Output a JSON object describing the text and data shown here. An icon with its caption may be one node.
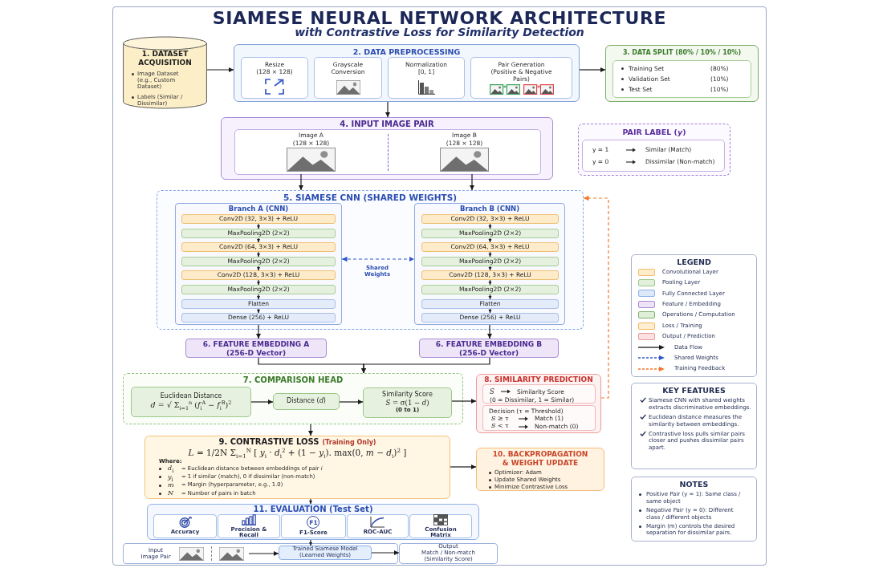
{
  "diagram": {
    "title": "SIAMESE NEURAL NETWORK ARCHITECTURE",
    "nodes": [
      {
        "text": [
          "1. DATASET ACQUISITION",
          "Image Dataset (e.g., Custom Dataset)",
          "Labels (Similar / Dissimilar)"
        ]
      },
      {
        "text": [
          "2. DATA PREPROCESSING"
        ]
      },
      {
        "text": [
          "Resize",
          "(128 × 128)"
        ],
        "in": 1
      },
      {
        "text": [
          "Grayscale Conversion"
        ],
        "in": 1
      },
      {
        "text": [
          "Normalization",
          "[0, 1]"
        ],
        "in": 1
      },
      {
        "text": [
          "Pair Generation (Positive & Negative Pairs)"
        ],
        "in": 1
      },
      {
        "text": [
          "3. DATA SPLIT (80% / 10% / 10%)"
        ]
      },
      {
        "text": [
          "Training Set",
          "(80%)",
          "Validation Set",
          "(10%)",
          "Test Set",
          "(10%)"
        ],
        "in": 6
      },
      {
        "text": [
          "4.  INPUT IMAGE PAIR"
        ]
      },
      {
        "text": [],
        "shape": "box",
        "in": 8
      },
      {
        "text": [
          "Image A",
          "(128 × 128)"
        ],
        "in": 9
      },
      {
        "text": [
          "Image B",
          "(128 × 128)"
        ],
        "in": 9
      },
      {
        "text": [
          "PAIR LABEL (*y*)"
        ]
      },
      {
        "text": [
          "y = 1",
          "Similar (Match)",
          "y = 0",
          "Dissimilar (Non-match)"
        ],
        "in": 12
      },
      {
        "text": [
          "5. SIAMESE CNN (SHARED WEIGHTS)"
        ]
      },
      {
        "text": [
          "Branch A (CNN)"
        ],
        "in": 14
      },
      {
        "text": [
          "Conv2D (32, 3×3) + ReLU"
        ],
        "in": 15
      },
      {
        "text": [
          "MaxPooling2D (2×2)"
        ],
        "in": 15
      },
      {
        "text": [
          "Conv2D (64, 3×3) + ReLU"
        ],
        "in": 15
      },
      {
        "text": [
          "MaxPooling2D (2×2)"
        ],
        "in": 15
      },
      {
        "text": [
          "Conv2D (128, 3×3) + ReLU"
        ],
        "in": 15
      },
      {
        "text": [
          "MaxPooling2D (2×2)"
        ],
        "in": 15
      },
      {
        "text": [
          "Flatten"
        ],
        "in": 15
      },
      {
        "text": [
          "Dense (256) + ReLU"
        ],
        "in": 15
      },
      {
        "text": [
          "Branch B (CNN)"
        ],
        "in": 14
      },
      {
        "text": [
          "Conv2D (32, 3×3) + ReLU"
        ],
        "in": 24
      },
      {
        "text": [
          "MaxPooling2D (2×2)"
        ],
        "in": 24
      },
      {
        "text": [
          "Conv2D (64, 3×3) + ReLU"
        ],
        "in": 24
      },
      {
        "text": [
          "MaxPooling2D (2×2)"
        ],
        "in": 24
      },
      {
        "text": [
          "Conv2D (128, 3×3) + ReLU"
        ],
        "in": 24
      },
      {
        "text": [
          "MaxPooling2D (2×2)"
        ],
        "in": 24
      },
      {
        "text": [
          "Flatten"
        ],
        "in": 24
      },
      {
        "text": [
          "Dense (256) + ReLU"
        ],
        "in": 24
      },
      {
        "text": [
          "6. FEATURE EMBEDDING A",
          "(256-D Vector)"
        ]
      },
      {
        "text": [
          "6. FEATURE EMBEDDING B",
          "(256-D Vector)"
        ]
      },
      {
        "text": [
          "7. COMPARISON HEAD"
        ]
      },
      {
        "text": [
          "Euclidean Distance",
          "*d* = √ Σ$_{i=1}$$^{n}$ (*f*$_{i}$$^{A}$ − *f*$_{i}$$^{B}$)$^{2}$"
        ],
        "in": 35
      },
      {
        "text": [
          "Distance (*d*)"
        ],
        "in": 35
      },
      {
        "text": [
          "Similarity Score",
          "*S* = σ(1 − *d*)",
          "(0 to 1)"
        ],
        "in": 35
      },
      {
        "text": [
          "8. SIMILARITY PREDICTION"
        ]
      },
      {
        "text": [
          "*S*",
          "Similarity Score",
          "(0 = Dissimilar, 1 = Similar)"
        ],
        "in": 39
      },
      {
        "text": [
          "Decision (τ =  Threshold)",
          "*S* ≥ τ",
          "Match (1)",
          "*S* < τ",
          "Non-match (0)"
        ],
        "in": 39
      },
      {
        "text": [
          "9. CONTRASTIVE LOSS",
          "(Training Only)",
          "*L* = 1/2N Σ$_{i=1}$$^{N}$ [ *y*$_{i}$ · *d*$_{i}$$^{2}$ + (1 − *y*$_{i}$). max(0, *m* − *d*$_{i}$)$^{2}$ ]",
          "Where:",
          "*d*$_{i}$",
          "= Euclidean distance between embeddings of pair *i*",
          "*y*$_{i}$",
          "= 1 if similar (match), 0 if dissimilar (non-match)",
          "*m*",
          "= Margin (hyperparameter, e.g., 1.0)",
          "*N*",
          "= Number of pairs in batch"
        ]
      },
      {
        "text": [
          "10. BACKPROPAGATION & WEIGHT UPDATE",
          "Optimizer: Adam",
          "Update Shared Weights",
          "Minimize Contrastive Loss"
        ]
      },
      {
        "text": [
          "11. EVALUATION (Test Set)"
        ]
      },
      {
        "text": [
          "Accuracy"
        ],
        "in": 44
      },
      {
        "text": [
          "Precision & Recall"
        ],
        "in": 44
      },
      {
        "text": [
          "F1",
          "F1-Score"
        ],
        "in": 44
      },
      {
        "text": [
          "ROC-AUC"
        ],
        "in": 44
      },
      {
        "text": [
          "Confusion Matrix"
        ],
        "in": 44
      },
      {
        "text": [],
        "shape": "box"
      },
      {
        "text": [
          "Input Image Pair"
        ],
        "in": 50
      },
      {
        "text": [
          "Trained Siamese Model (Learned Weights)"
        ],
        "in": 50
      },
      {
        "text": [
          "Output",
          "Match / Non-match (Similarity Score)"
        ]
      },
      {
        "text": [
          "KEY FEATURES",
          "Siamese CNN with shared weights extracts discriminative embeddings.",
          "Euclidean distance measures the similarity between embeddings.",
          "Contrastive loss pulls similar pairs closer and pushes dissimilar pairs apart."
        ]
      },
      {
        "text": [
          "NOTES",
          "Positive Pair (y = 1): Same class / same object",
          "Negative Pair (y = 0): Different class / different objects",
          "Margin (m) controls the desired separation for dissimilar pairs."
        ]
      }
    ],
    "edges": [
      {
        "from": 0,
        "to": 1,
        "arrow": "to"
      },
      {
        "from": 1,
        "to": 6,
        "arrow": "to"
      },
      {
        "from": 1,
        "to": 8,
        "arrow": "to"
      },
      {
        "from": 10,
        "to": 14,
        "arrow": "to"
      },
      {
        "from": 11,
        "to": 14,
        "arrow": "to"
      },
      {
        "from": 15,
        "to": 24,
        "arrow": "both",
        "label": "Shared Weights",
        "style": "dashed",
        "color": "#2f55c8"
      },
      {
        "from": 16,
        "to": 17,
        "arrow": "to"
      },
      {
        "from": 17,
        "to": 18,
        "arrow": "to"
      },
      {
        "from": 18,
        "to": 19,
        "arrow": "to"
      },
      {
        "from": 19,
        "to": 20,
        "arrow": "to"
      },
      {
        "from": 20,
        "to": 21,
        "arrow": "to"
      },
      {
        "from": 21,
        "to": 22,
        "arrow": "to"
      },
      {
        "from": 22,
        "to": 23,
        "arrow": "to"
      },
      {
        "from": 25,
        "to": 26,
        "arrow": "to"
      },
      {
        "from": 26,
        "to": 27,
        "arrow": "to"
      },
      {
        "from": 27,
        "to": 28,
        "arrow": "to"
      },
      {
        "from": 28,
        "to": 29,
        "arrow": "to"
      },
      {
        "from": 29,
        "to": 30,
        "arrow": "to"
      },
      {
        "from": 30,
        "to": 31,
        "arrow": "to"
      },
      {
        "from": 31,
        "to": 32,
        "arrow": "to"
      },
      {
        "from": 15,
        "to": 33,
        "arrow": "to"
      },
      {
        "from": 24,
        "to": 34,
        "arrow": "to"
      },
      {
        "from": 33,
        "to": 35,
        "arrow": "to"
      },
      {
        "from": 34,
        "to": 35,
        "arrow": "to"
      },
      {
        "from": 36,
        "to": 37,
        "arrow": "to"
      },
      {
        "from": 37,
        "to": 38,
        "arrow": "to"
      },
      {
        "from": 38,
        "to": 39,
        "arrow": "to"
      },
      {
        "from": 35,
        "to": 42,
        "arrow": "to"
      },
      {
        "from": 42,
        "to": 43,
        "arrow": "to"
      },
      {
        "from": 42,
        "to": 44,
        "arrow": "to"
      },
      {
        "from": 44,
        "to": 52,
        "arrow": "to"
      },
      {
        "from": 51,
        "to": 52,
        "arrow": "to"
      },
      {
        "from": 52,
        "to": 53,
        "arrow": "to"
      },
      {
        "from": 39,
        "to": 14,
        "arrow": "to",
        "style": "dashed",
        "color": "#f07a2a"
      }
    ],
    "labels": [
      "with Contrastive Loss for Similarity Detection",
      "LEGEND"
    ],
    "legend": [
      {
        "text": "Convolutional Layer",
        "color": "#fdebc9"
      },
      {
        "text": "Pooling Layer",
        "color": "#e3f0dc"
      },
      {
        "text": "Fully Connected Layer",
        "color": "#dde8f9"
      },
      {
        "text": "Feature / Embedding",
        "color": "#ece3f6"
      },
      {
        "text": "Operations / Computation",
        "color": "#dfeed6"
      },
      {
        "text": "Loss / Training",
        "color": "#feefd2"
      },
      {
        "text": "Output / Prediction",
        "color": "#fbe1e1"
      },
      {
        "text": "Data Flow"
      },
      {
        "text": "Shared Weights"
      },
      {
        "text": "Training Feedback"
      }
    ]
  }
}
